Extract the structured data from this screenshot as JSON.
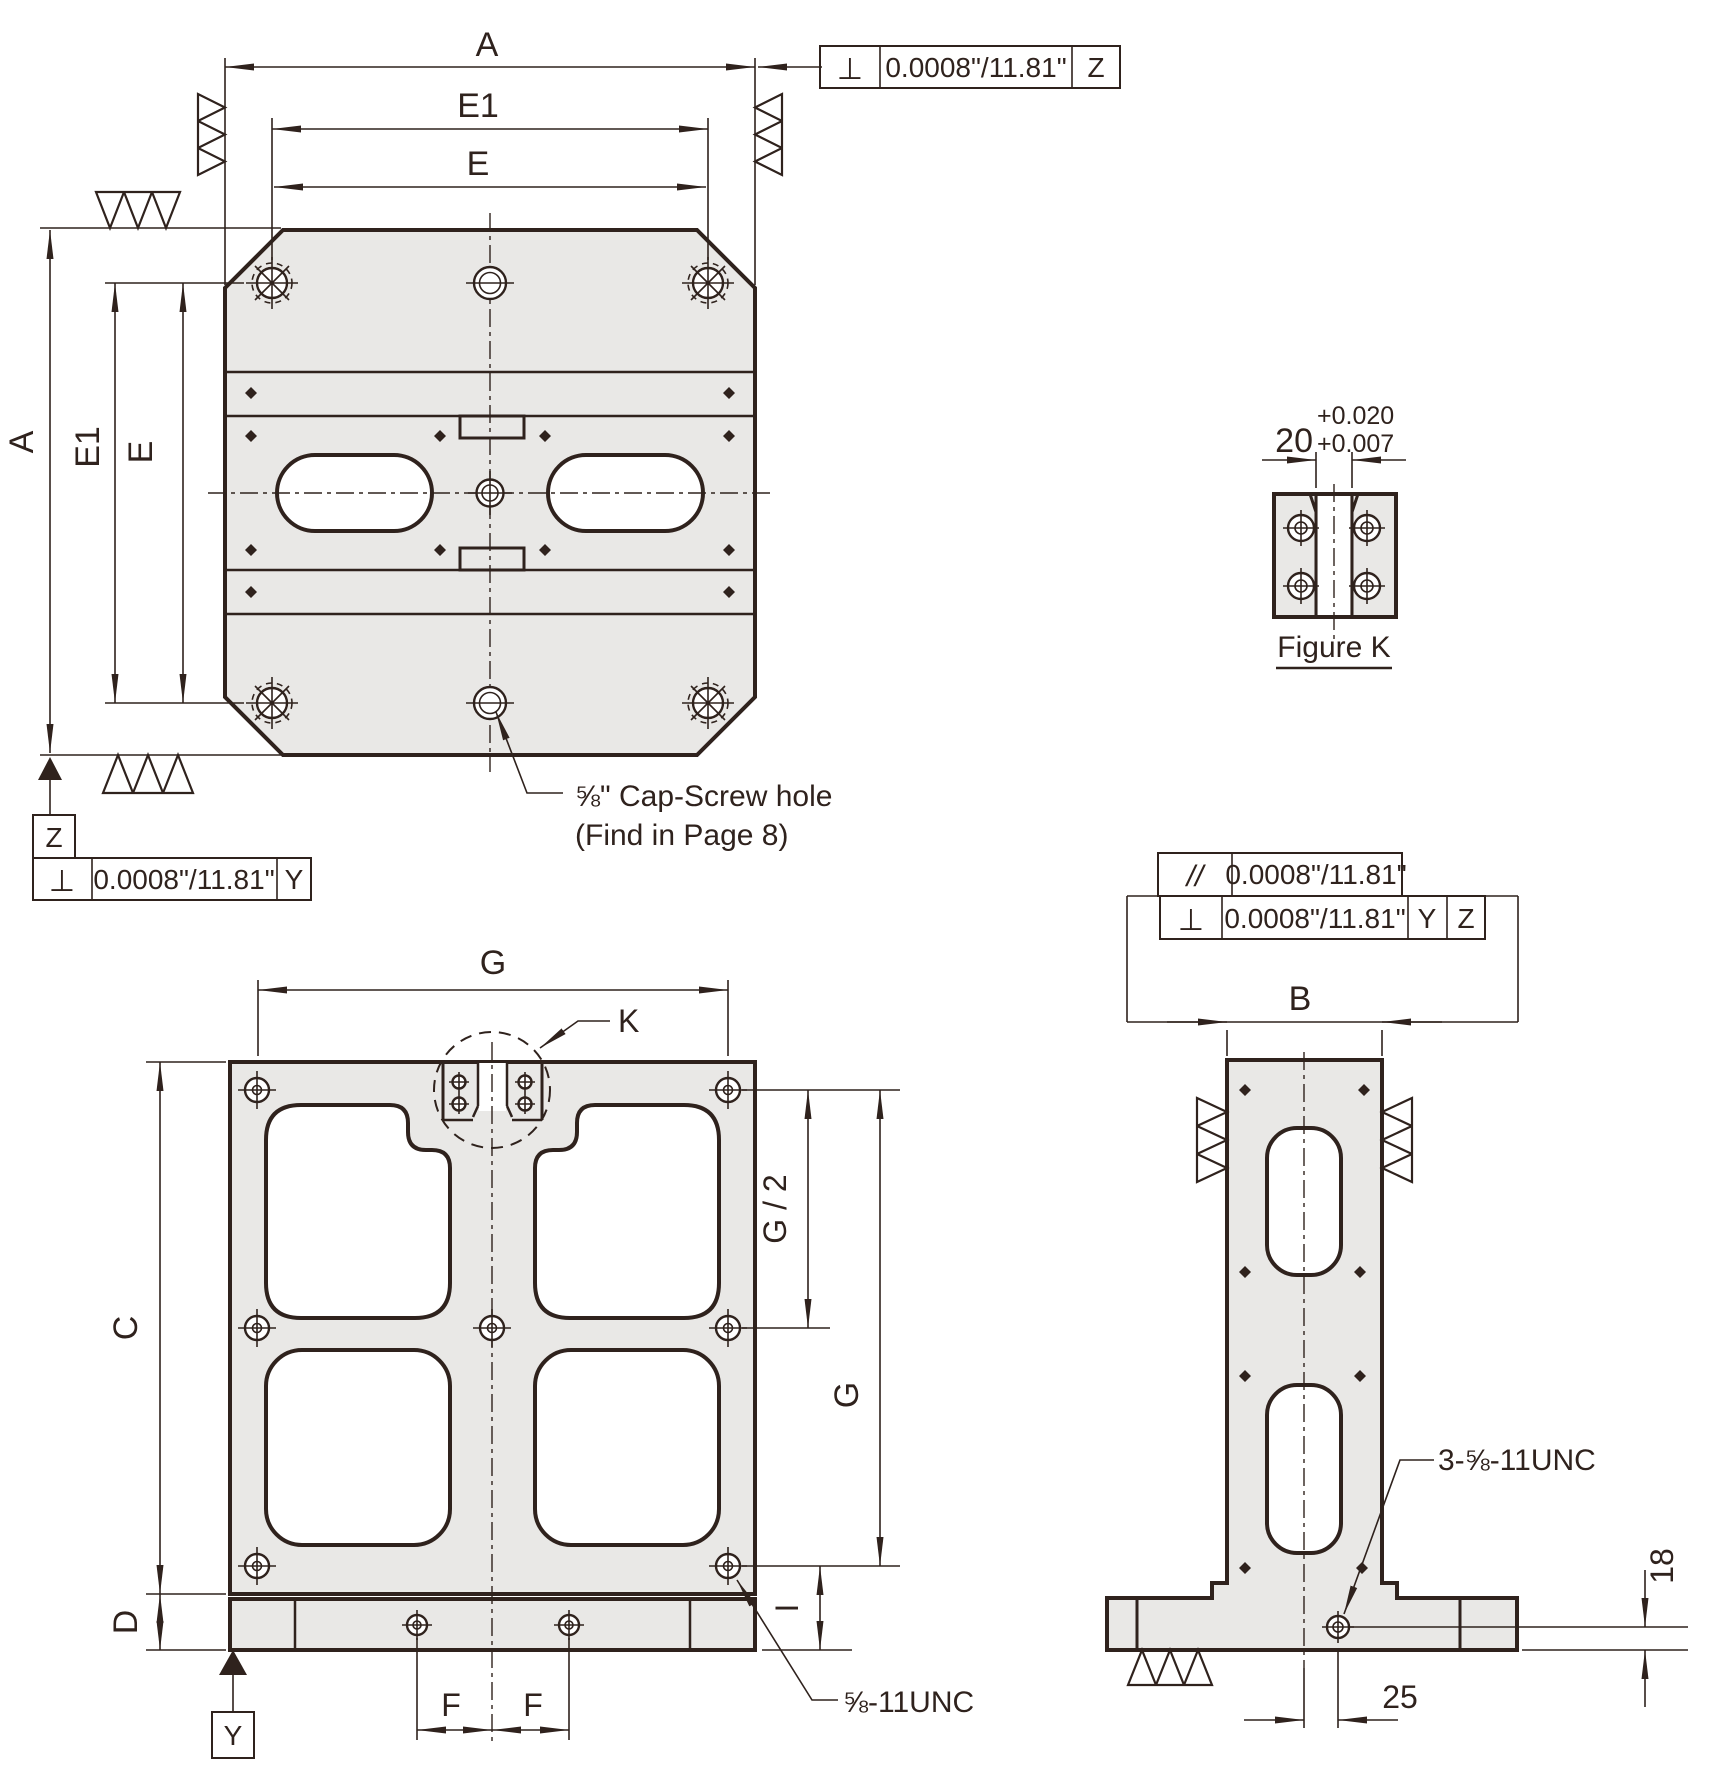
{
  "colors": {
    "line": "#2f221d",
    "part_fill": "#e9e8e6",
    "background": "#ffffff"
  },
  "top_view": {
    "dim_a_h": "A",
    "dim_e1_h": "E1",
    "dim_e_h": "E",
    "dim_a_v": "A",
    "dim_e1_v": "E1",
    "dim_e_v": "E",
    "cap_screw_note_line1": "⅝\" Cap-Screw hole",
    "cap_screw_note_line2": "(Find in Page 8)",
    "datum_z_label": "Z",
    "fcf_top": {
      "symbol": "⊥",
      "tolerance": "0.0008\"/11.81\"",
      "datum": "Z"
    },
    "fcf_bottom": {
      "symbol": "⊥",
      "tolerance": "0.0008\"/11.81\"",
      "datum": "Y"
    }
  },
  "figure_k": {
    "nominal": "20",
    "tol_upper": "+0.020",
    "tol_lower": "+0.007",
    "caption": "Figure K"
  },
  "front_view": {
    "dim_g_top": "G",
    "detail_label": "K",
    "dim_c": "C",
    "dim_d": "D",
    "dim_f_left": "F",
    "dim_f_right": "F",
    "dim_g_half": "G / 2",
    "dim_g_right": "G",
    "dim_i": "I",
    "datum_y_label": "Y",
    "thread_note": "⅝-11UNC"
  },
  "side_view": {
    "fcf_parallel": {
      "symbol": "//",
      "tolerance": "0.0008\"/11.81\""
    },
    "fcf_perp": {
      "symbol": "⊥",
      "tolerance": "0.0008\"/11.81\"",
      "datum1": "Y",
      "datum2": "Z"
    },
    "dim_b": "B",
    "thread_note": "3-⅝-11UNC",
    "dim_18": "18",
    "dim_25": "25"
  }
}
